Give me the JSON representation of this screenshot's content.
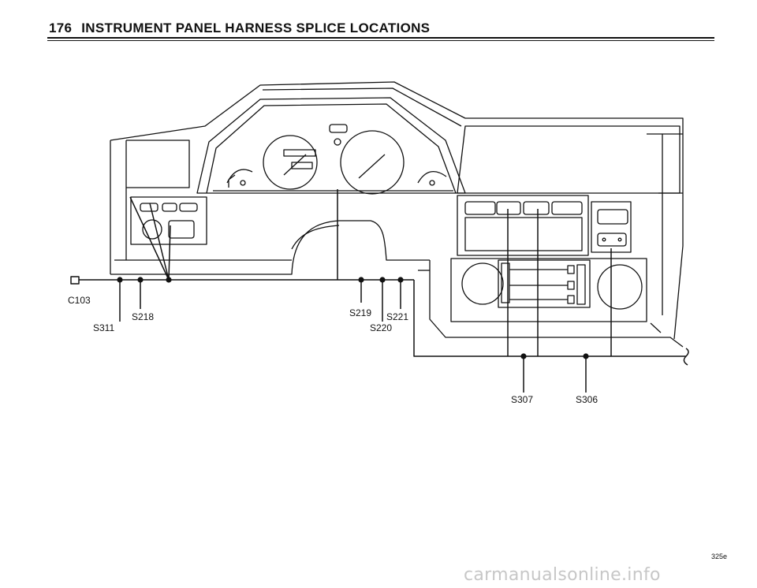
{
  "header": {
    "page_number": "176",
    "title": "INSTRUMENT PANEL HARNESS SPLICE LOCATIONS"
  },
  "labels": {
    "c103": "C103",
    "s218": "S218",
    "s311": "S311",
    "s219": "S219",
    "s220": "S220",
    "s221": "S221",
    "s307": "S307",
    "s306": "S306"
  },
  "figure_ref": "325e",
  "watermark": "carmanualsonline.info"
}
